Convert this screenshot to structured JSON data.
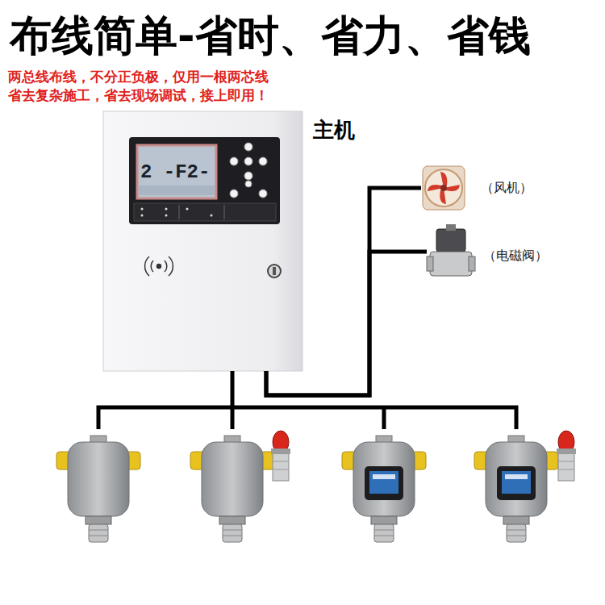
{
  "diagram": {
    "title": "布线简单-省时、省力、省钱",
    "nodes": [
      {
        "text": [
          "主机"
        ]
      },
      {
        "text": [
          "（风机）"
        ]
      },
      {
        "text": [
          "（电磁阀）"
        ]
      }
    ],
    "edges": [
      {
        "from": 0,
        "to": 1,
        "arrow": "none"
      },
      {
        "from": 0,
        "to": 2,
        "arrow": "none"
      }
    ],
    "labels": [
      "两总线布线，不分正负极，仅用一根两芯线",
      "省去复杂施工，省去现场调试，接上即用！",
      "2 -F2-"
    ]
  }
}
